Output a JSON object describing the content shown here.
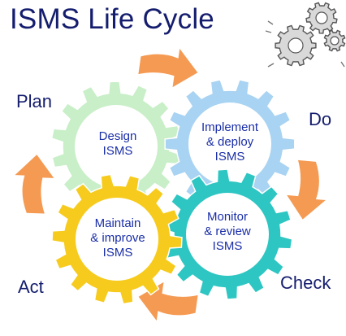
{
  "title": "ISMS Life Cycle",
  "phases": {
    "plan": "Plan",
    "do": "Do",
    "check": "Check",
    "act": "Act"
  },
  "gears": {
    "design": {
      "lines": [
        "Design",
        "ISMS"
      ],
      "color": "#c8efc8"
    },
    "implement": {
      "lines": [
        "Implement",
        "& deploy",
        "ISMS"
      ],
      "color": "#a9d3f2"
    },
    "monitor": {
      "lines": [
        "Monitor",
        "& review",
        "ISMS"
      ],
      "color": "#2dc6c2"
    },
    "maintain": {
      "lines": [
        "Maintain",
        "& improve",
        "ISMS"
      ],
      "color": "#f6cb1d"
    }
  },
  "colors": {
    "title_text": "#141d6e",
    "gear_text": "#1a2ea8",
    "arrow": "#f59a52"
  },
  "icons": [
    "gears-icon",
    "cycle-arrow-icon"
  ]
}
